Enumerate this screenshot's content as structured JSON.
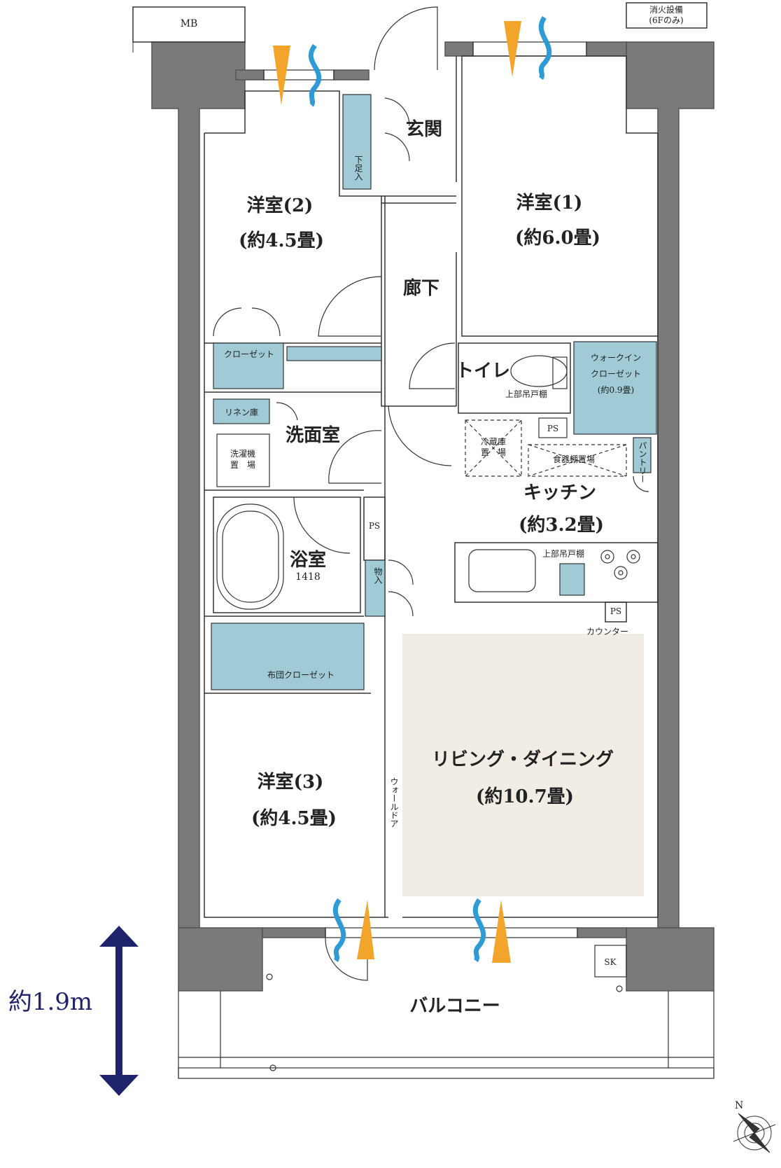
{
  "rooms": {
    "western1": {
      "name": "洋室(1)",
      "area": "(約6.0畳)"
    },
    "western2": {
      "name": "洋室(2)",
      "area": "(約4.5畳)"
    },
    "western3": {
      "name": "洋室(3)",
      "area": "(約4.5畳)"
    },
    "ld": {
      "name": "リビング・ダイニング",
      "area": "(約10.7畳)"
    },
    "kitchen": {
      "name": "キッチン",
      "area": "(約3.2畳)"
    },
    "entrance": "玄関",
    "hallway": "廊下",
    "toilet": "トイレ",
    "washroom": "洗面室",
    "bath": {
      "name": "浴室",
      "size": "1418"
    },
    "balcony": "バルコニー"
  },
  "storage": {
    "mb": "MB",
    "fire_equipment_1": "消火設備",
    "fire_equipment_2": "(6Fのみ)",
    "shoe_box": "下足入",
    "closet": "クローゼット",
    "linen": "リネン庫",
    "washer_1": "洗濯機",
    "washer_2": "置　場",
    "futon_closet": "布団クローゼット",
    "storage": "物入",
    "wic_1": "ウォークイン",
    "wic_2": "クローゼット",
    "wic_3": "(約0.9畳)",
    "upper_cabinet": "上部吊戸棚",
    "upper_cabinet_kitchen": "上部吊戸棚",
    "fridge_1": "冷蔵庫",
    "fridge_2": "置　場",
    "dish_shelf": "食器棚置場",
    "pantry": "パントリー",
    "counter": "カウンター",
    "ps1": "PS",
    "ps2": "PS",
    "ps3": "PS",
    "sk": "SK",
    "wall_door": "ウォールドア"
  },
  "dimension": {
    "label": "約1.9m"
  },
  "compass": {
    "label": "N"
  },
  "colors": {
    "wall": "#7a7a7a",
    "storage": "#9fcad6",
    "ld_floor": "#f2ede4",
    "wind_orange": "#f3a52b",
    "wind_blue": "#2e9ad6",
    "arrow": "#1f236b"
  }
}
